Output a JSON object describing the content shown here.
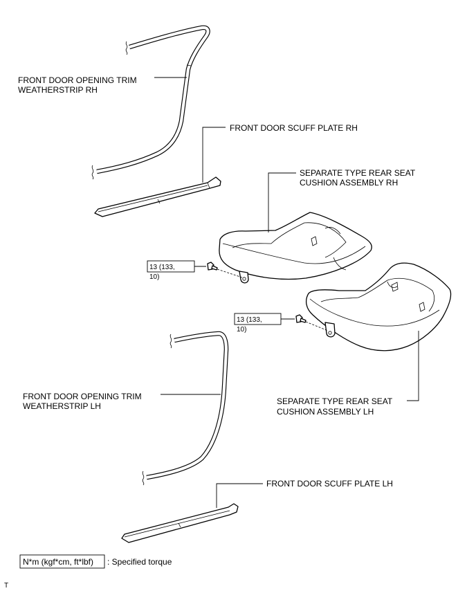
{
  "labels": {
    "weatherstrip_rh": [
      "FRONT DOOR OPENING TRIM",
      "WEATHERSTRIP RH"
    ],
    "scuff_rh": "FRONT DOOR SCUFF PLATE RH",
    "cushion_rh": [
      "SEPARATE TYPE REAR SEAT",
      "CUSHION ASSEMBLY RH"
    ],
    "weatherstrip_lh": [
      "FRONT DOOR OPENING TRIM",
      "WEATHERSTRIP LH"
    ],
    "cushion_lh": [
      "SEPARATE TYPE REAR SEAT",
      "CUSHION ASSEMBLY LH"
    ],
    "scuff_lh": "FRONT DOOR SCUFF PLATE LH"
  },
  "torque": {
    "upper": [
      "13 (133,",
      "10)"
    ],
    "lower": [
      "13 (133,",
      "10)"
    ]
  },
  "legend": {
    "box_text": "N*m (kgf*cm, ft*lbf)",
    "description": ": Specified torque"
  },
  "corner_mark": "T"
}
